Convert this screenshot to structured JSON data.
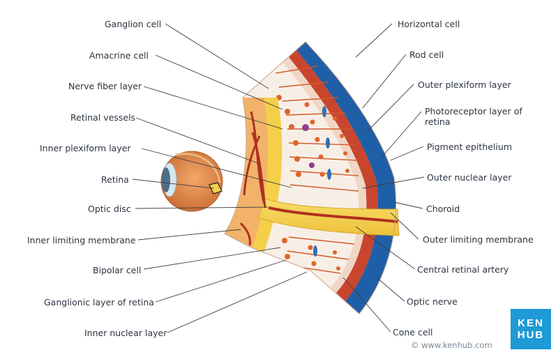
{
  "labels_left": [
    {
      "key": "ganglion_cell",
      "text": "Ganglion cell"
    },
    {
      "key": "amacrine_cell",
      "text": "Amacrine cell"
    },
    {
      "key": "nerve_fiber_layer",
      "text": "Nerve fiber layer"
    },
    {
      "key": "retinal_vessels",
      "text": "Retinal vessels"
    },
    {
      "key": "inner_plexiform_layer",
      "text": "Inner plexiform layer"
    },
    {
      "key": "retina",
      "text": "Retina"
    },
    {
      "key": "optic_disc",
      "text": "Optic disc"
    },
    {
      "key": "inner_limiting_membrane",
      "text": "Inner limiting membrane"
    },
    {
      "key": "bipolar_cell",
      "text": "Bipolar cell"
    },
    {
      "key": "ganglionic_layer",
      "text": "Ganglionic layer of retina"
    },
    {
      "key": "inner_nuclear_layer",
      "text": "Inner nuclear layer"
    }
  ],
  "labels_right": [
    {
      "key": "horizontal_cell",
      "text": "Horizontal cell"
    },
    {
      "key": "rod_cell",
      "text": "Rod cell"
    },
    {
      "key": "outer_plexiform_layer",
      "text": "Outer plexiform layer"
    },
    {
      "key": "photoreceptor_layer",
      "text": "Photoreceptor layer of retina"
    },
    {
      "key": "pigment_epithelium",
      "text": "Pigment epithelium"
    },
    {
      "key": "outer_nuclear_layer",
      "text": "Outer nuclear layer"
    },
    {
      "key": "choroid",
      "text": "Choroid"
    },
    {
      "key": "outer_limiting_membrane",
      "text": "Outer limiting membrane"
    },
    {
      "key": "central_retinal_artery",
      "text": "Central retinal artery"
    },
    {
      "key": "optic_nerve",
      "text": "Optic nerve"
    },
    {
      "key": "cone_cell",
      "text": "Cone cell"
    }
  ],
  "brand": {
    "logo_line1": "KEN",
    "logo_line2": "HUB",
    "copyright": "© www.kenhub.com",
    "color": "#1e9ad6"
  },
  "colors": {
    "choroid_blue": "#1f5fa8",
    "nerve_yellow": "#f4cf4a",
    "artery_red": "#c0392b",
    "cell_orange": "#e2632a",
    "leader_line": "#3a3f45"
  }
}
